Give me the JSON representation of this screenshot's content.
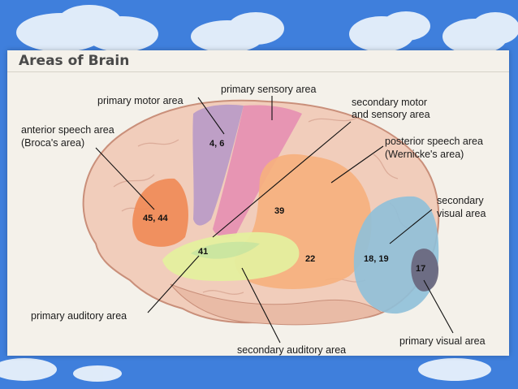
{
  "title": "Areas of Brain",
  "labels": {
    "primary_motor": "primary motor area",
    "primary_sensory": "primary sensory area",
    "secondary_motor_1": "secondary motor",
    "secondary_motor_2": "and sensory area",
    "anterior_speech_1": "anterior speech area",
    "anterior_speech_2": "(Broca's area)",
    "posterior_speech_1": "posterior speech area",
    "posterior_speech_2": "(Wernicke's area)",
    "secondary_visual_1": "secondary",
    "secondary_visual_2": "visual area",
    "primary_auditory": "primary auditory area",
    "secondary_auditory": "secondary auditory area",
    "primary_visual": "primary visual area"
  },
  "areas": {
    "a4_6": "4, 6",
    "a45_44": "45, 44",
    "a39": "39",
    "a41": "41",
    "a22": "22",
    "a18_19": "18, 19",
    "a17": "17"
  }
}
